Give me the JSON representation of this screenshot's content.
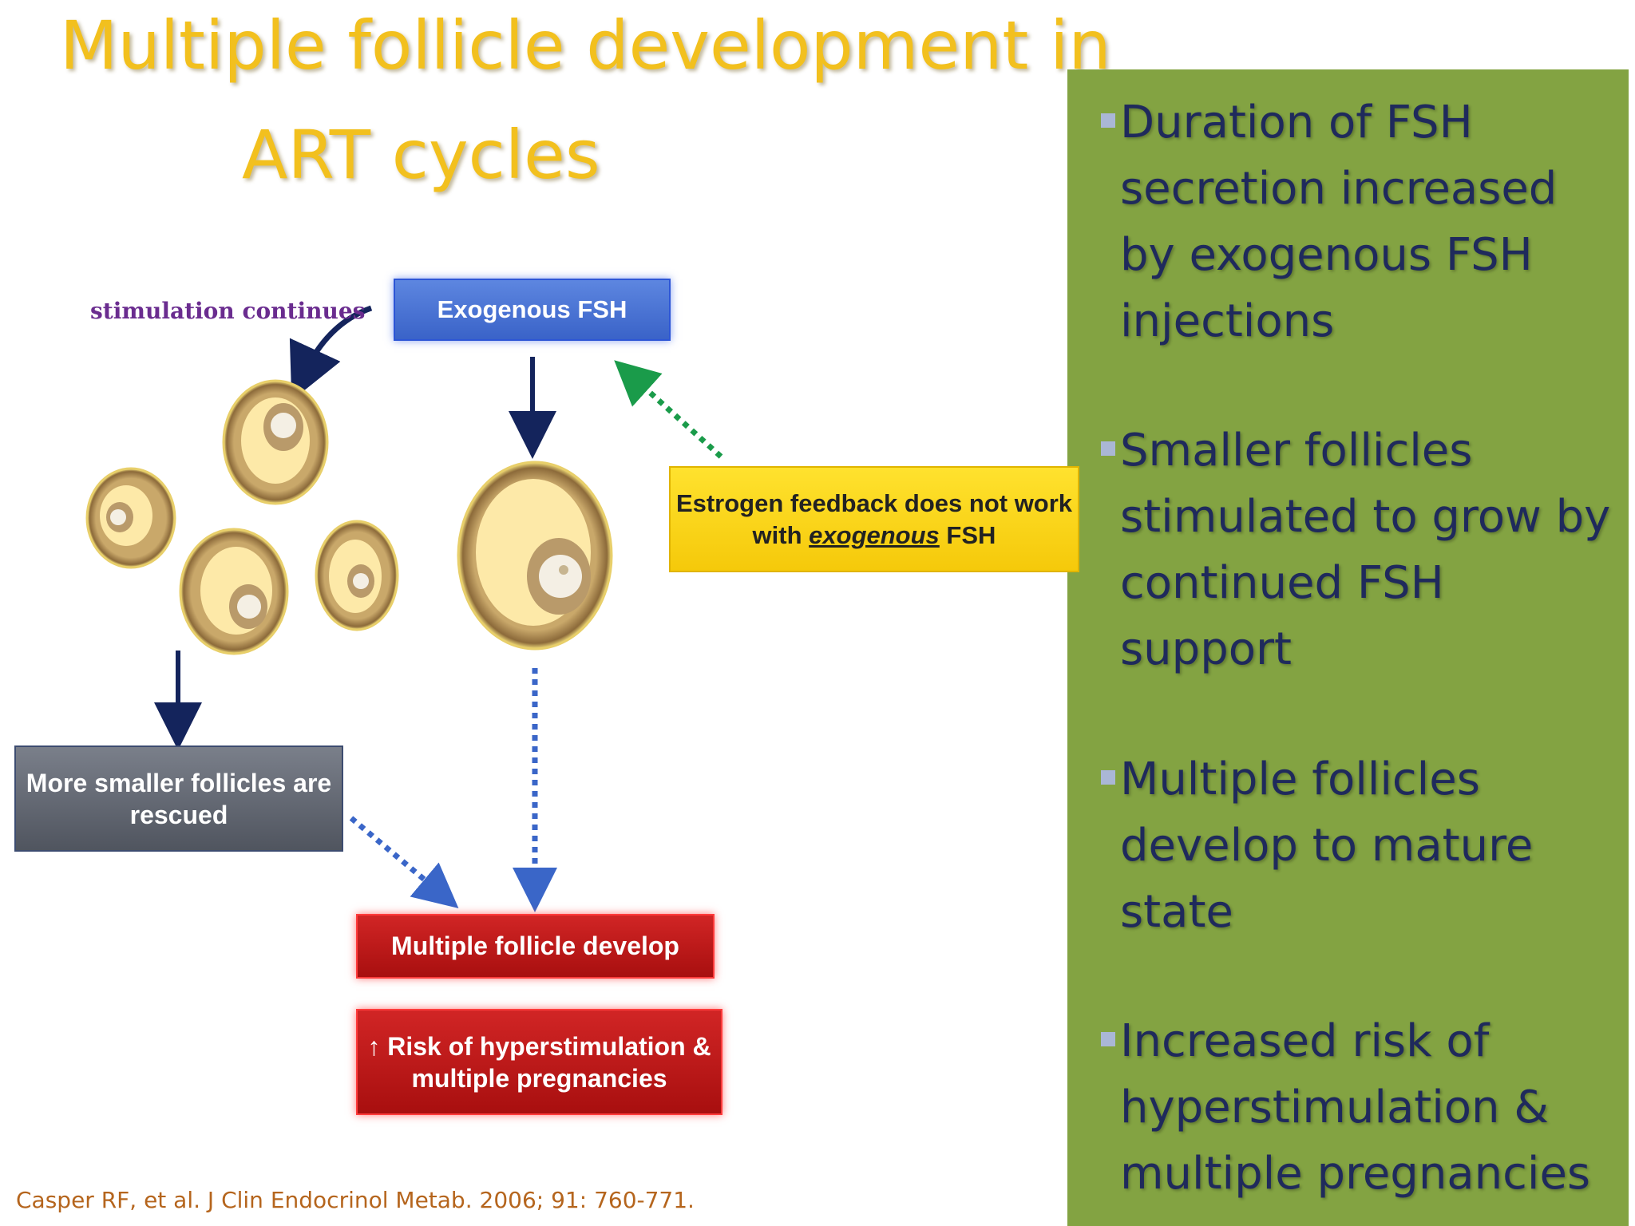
{
  "slide": {
    "title_line1": "Multiple follicle development in",
    "title_line2": "ART cycles",
    "citation": "Casper RF, et al. J Clin Endocrinol Metab. 2006; 91: 760-771."
  },
  "diagram": {
    "exogenous_fsh": "Exogenous  FSH",
    "stimulation_label": "stimulation continues",
    "estrogen_pre": "Estrogen feedback does not work with ",
    "estrogen_em": "exogenous",
    "estrogen_post": " FSH",
    "rescued": "More smaller follicles are rescued",
    "develop": "Multiple follicle develop",
    "risk": "↑ Risk of hyperstimulation & multiple pregnancies"
  },
  "bullets": [
    "Duration of FSH secretion increased by exogenous FSH injections",
    "Smaller follicles stimulated to grow by continued FSH support",
    "Multiple follicles develop to mature state",
    "Increased risk of hyperstimulation & multiple pregnancies"
  ],
  "colors": {
    "title": "#f2c01e",
    "panel": "#83a342",
    "bullet_text": "#1f2a5c",
    "arrow_navy": "#14245c",
    "arrow_green_dotted": "#1a9b4a",
    "arrow_blue_dotted": "#3a66c8"
  }
}
